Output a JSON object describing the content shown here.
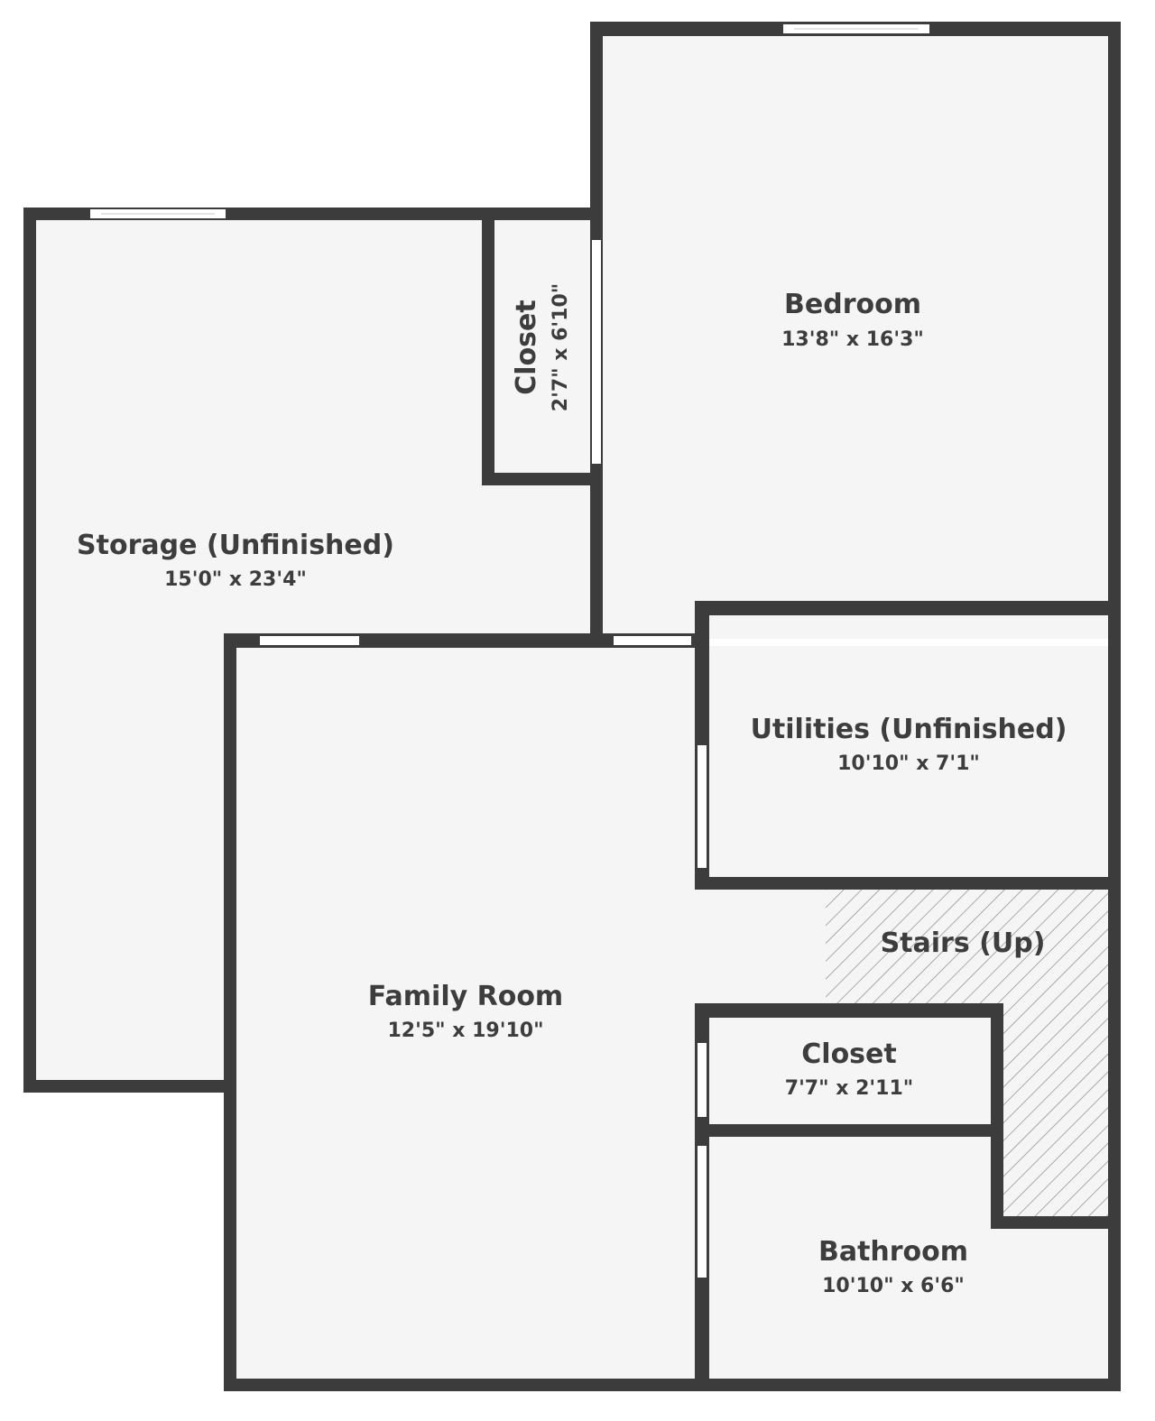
{
  "floor_plan": {
    "colors": {
      "background": "#ffffff",
      "floor": "#f5f5f5",
      "wall": "#3c3c3c",
      "text": "#3d3d3d",
      "stairs_hatch": "#8a8a8a",
      "opening": "#ffffff"
    },
    "rooms": [
      {
        "id": "bedroom",
        "name": "Bedroom",
        "dimensions": "13'8\" x 16'3\""
      },
      {
        "id": "closet-1",
        "name": "Closet",
        "dimensions": "2'7\" x 6'10\""
      },
      {
        "id": "storage",
        "name": "Storage (Unfinished)",
        "dimensions": "15'0\" x 23'4\""
      },
      {
        "id": "utilities",
        "name": "Utilities (Unfinished)",
        "dimensions": "10'10\" x 7'1\""
      },
      {
        "id": "stairs",
        "name": "Stairs (Up)",
        "dimensions": ""
      },
      {
        "id": "family-room",
        "name": "Family Room",
        "dimensions": "12'5\" x 19'10\""
      },
      {
        "id": "closet-2",
        "name": "Closet",
        "dimensions": "7'7\" x 2'11\""
      },
      {
        "id": "bathroom",
        "name": "Bathroom",
        "dimensions": "10'10\" x 6'6\""
      }
    ]
  }
}
